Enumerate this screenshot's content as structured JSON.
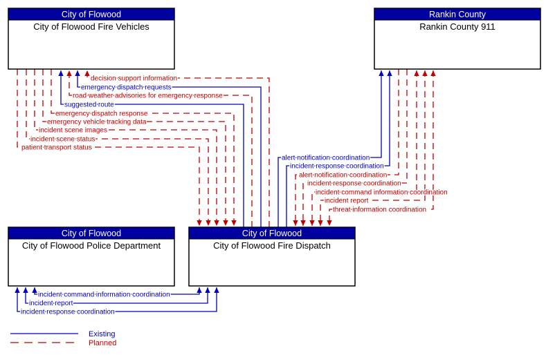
{
  "entities": {
    "fire_vehicles": {
      "header": "City of Flowood",
      "name": "City of Flowood Fire Vehicles"
    },
    "rankin_911": {
      "header": "Rankin County",
      "name": "Rankin County 911"
    },
    "police": {
      "header": "City of Flowood",
      "name": "City of Flowood Police Department"
    },
    "fire_dispatch": {
      "header": "City of Flowood",
      "name": "City of Flowood Fire Dispatch"
    }
  },
  "flows": {
    "decision_support_information": {
      "label": "decision support information",
      "status": "planned",
      "from": "fire_dispatch",
      "to": "fire_vehicles"
    },
    "emergency_dispatch_requests": {
      "label": "emergency dispatch requests",
      "status": "existing",
      "from": "fire_dispatch",
      "to": "fire_vehicles"
    },
    "road_weather_advisories": {
      "label": "road weather advisories for emergency response",
      "status": "planned",
      "from": "fire_dispatch",
      "to": "fire_vehicles"
    },
    "suggested_route": {
      "label": "suggested route",
      "status": "existing",
      "from": "fire_dispatch",
      "to": "fire_vehicles"
    },
    "emergency_dispatch_response": {
      "label": "emergency dispatch response",
      "status": "planned",
      "from": "fire_vehicles",
      "to": "fire_dispatch"
    },
    "emergency_vehicle_tracking_data": {
      "label": "emergency vehicle tracking data",
      "status": "planned",
      "from": "fire_vehicles",
      "to": "fire_dispatch"
    },
    "incident_scene_images": {
      "label": "incident scene images",
      "status": "planned",
      "from": "fire_vehicles",
      "to": "fire_dispatch"
    },
    "incident_scene_status": {
      "label": "incident scene status",
      "status": "planned",
      "from": "fire_vehicles",
      "to": "fire_dispatch"
    },
    "patient_transport_status": {
      "label": "patient transport status",
      "status": "planned",
      "from": "fire_vehicles",
      "to": "fire_dispatch"
    },
    "alert_notification_coordination_existing": {
      "label": "alert notification coordination",
      "status": "existing",
      "from": "fire_dispatch",
      "to": "rankin_911"
    },
    "incident_response_coordination_existing": {
      "label": "incident response coordination",
      "status": "existing",
      "from": "fire_dispatch",
      "to": "rankin_911"
    },
    "alert_notification_coordination_planned": {
      "label": "alert notification coordination",
      "status": "planned",
      "from": "rankin_911",
      "to": "fire_dispatch"
    },
    "incident_response_coordination_planned": {
      "label": "incident response coordination",
      "status": "planned",
      "from": "rankin_911",
      "to": "fire_dispatch"
    },
    "incident_command_information_coordination_planned": {
      "label": "incident command information coordination",
      "status": "planned",
      "from": "rankin_911",
      "to": "fire_dispatch",
      "bidirectional": true
    },
    "incident_report_planned": {
      "label": "incident report",
      "status": "planned",
      "from": "rankin_911",
      "to": "fire_dispatch",
      "bidirectional": true
    },
    "threat_information_coordination_planned": {
      "label": "threat information coordination",
      "status": "planned",
      "from": "rankin_911",
      "to": "fire_dispatch",
      "bidirectional": true
    },
    "incident_command_information_coordination_pd": {
      "label": "incident command information coordination",
      "status": "existing",
      "from": "police",
      "to": "fire_dispatch",
      "bidirectional": true
    },
    "incident_report_pd": {
      "label": "incident report",
      "status": "existing",
      "from": "police",
      "to": "fire_dispatch",
      "bidirectional": true
    },
    "incident_response_coordination_pd": {
      "label": "incident response coordination",
      "status": "existing",
      "from": "police",
      "to": "fire_dispatch",
      "bidirectional": true
    }
  },
  "legend": {
    "existing_label": "Existing",
    "planned_label": "Planned"
  },
  "colors": {
    "existing": "#0000c0",
    "planned": "#c00000",
    "entity_header_bg": "#0000a0",
    "entity_header_text": "#ffffff",
    "entity_border": "#000000"
  }
}
